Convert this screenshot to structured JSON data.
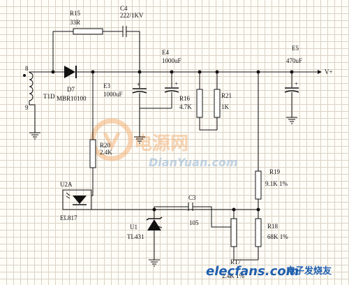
{
  "labels": {
    "r15_ref": "R15",
    "r15_val": "33R",
    "c4_ref": "C4",
    "c4_val": "222/1KV",
    "e4_ref": "E4",
    "e4_val": "1000uF",
    "e5_ref": "E5",
    "e5_val": "470uF",
    "vout": "V+",
    "pin8": "8",
    "pin9": "9",
    "t1d": "T1D",
    "d7_ref": "D7",
    "d7_val": "MBR10100",
    "e3_ref": "E3",
    "e3_val": "1000uF",
    "r16_ref": "R16",
    "r16_val": "4.7K",
    "r21_ref": "R21",
    "r21_val": "1K",
    "r20_ref": "R20",
    "r20_val": "2.4K",
    "r19_ref": "R19",
    "r19_val": "9.1K 1%",
    "u2a_ref": "U2A",
    "u2a_val": "EL817",
    "c3_ref": "C3",
    "c3_val": "105",
    "u1_ref": "U1",
    "u1_val": "TL431",
    "r18_ref": "R18",
    "r18_val": "68K  1%",
    "r17_ref": "R17",
    "r17_val": "2.4K 1%"
  },
  "watermarks": {
    "dianyuan_cn": "电源网",
    "dianyuan_url": "DianYuan.com",
    "elecfans_url": "elecfans.com",
    "elecfans_cn": "电子发烧友"
  },
  "colors": {
    "wire": "#111111",
    "grid": "#d9d2c6",
    "watermark_orange": "#f3b37a",
    "watermark_blue": "#8fb4d8",
    "elecfans_blue": "#1f5fae"
  }
}
